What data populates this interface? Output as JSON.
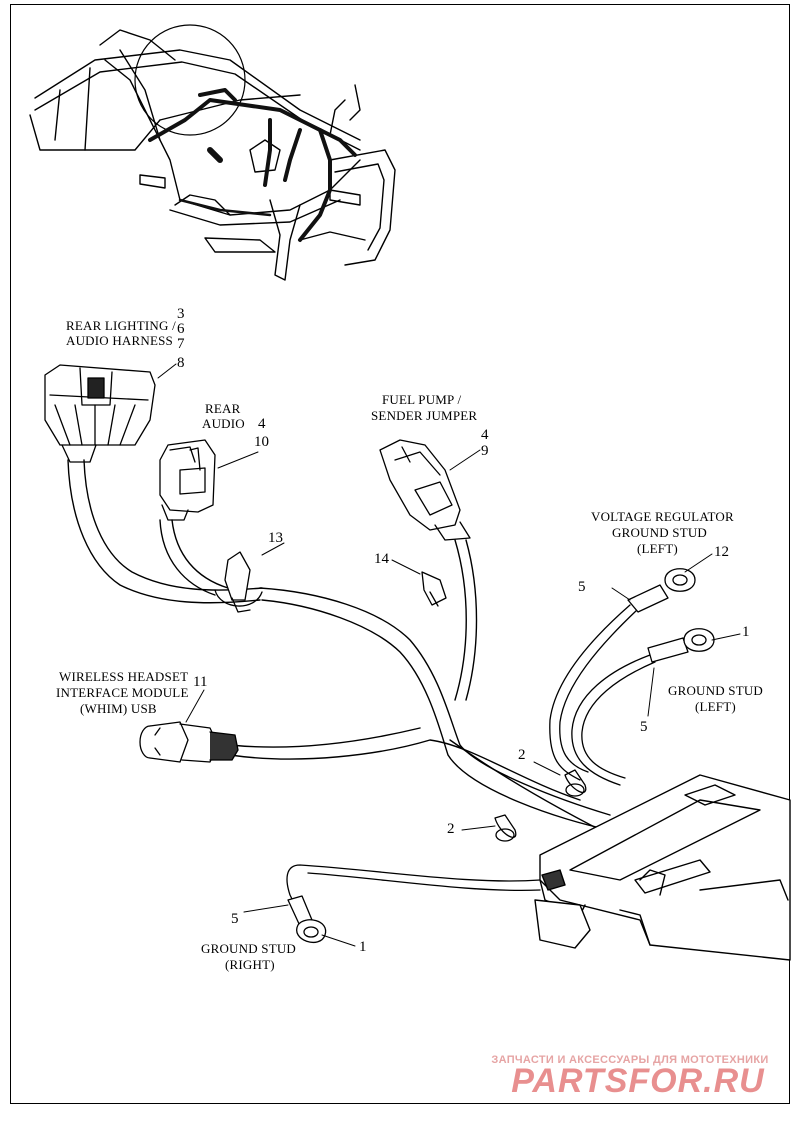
{
  "labels": {
    "rear_lighting": "REAR LIGHTING /",
    "audio_harness": "AUDIO HARNESS",
    "rear": "REAR",
    "audio": "AUDIO",
    "fuel_pump": "FUEL PUMP /",
    "sender_jumper": "SENDER JUMPER",
    "voltage_regulator": "VOLTAGE REGULATOR",
    "ground_stud": "GROUND STUD",
    "left_paren": "(LEFT)",
    "ground_stud_left": "GROUND STUD",
    "left_plain": "(LEFT)",
    "whim_1": "WIRELESS HEADSET",
    "whim_2": "INTERFACE MODULE",
    "whim_3": "(WHIM) USB",
    "ground_stud_right": "GROUND STUD",
    "right_paren": "(RIGHT)"
  },
  "callouts": {
    "n3": "3",
    "n6": "6",
    "n7": "7",
    "n8": "8",
    "n4a": "4",
    "n10": "10",
    "n4b": "4",
    "n9": "9",
    "n13": "13",
    "n14": "14",
    "n12": "12",
    "n5a": "5",
    "n1a": "1",
    "n5b": "5",
    "n11": "11",
    "n2a": "2",
    "n2b": "2",
    "n5c": "5",
    "n1b": "1"
  },
  "watermark": {
    "line1": "ЗАПЧАСТИ И АКСЕССУАРЫ ДЛЯ МОТОТЕХНИКИ",
    "line2": "PARTSFOR.RU"
  },
  "colors": {
    "ink": "#000000",
    "watermark": "#e88f8f"
  }
}
